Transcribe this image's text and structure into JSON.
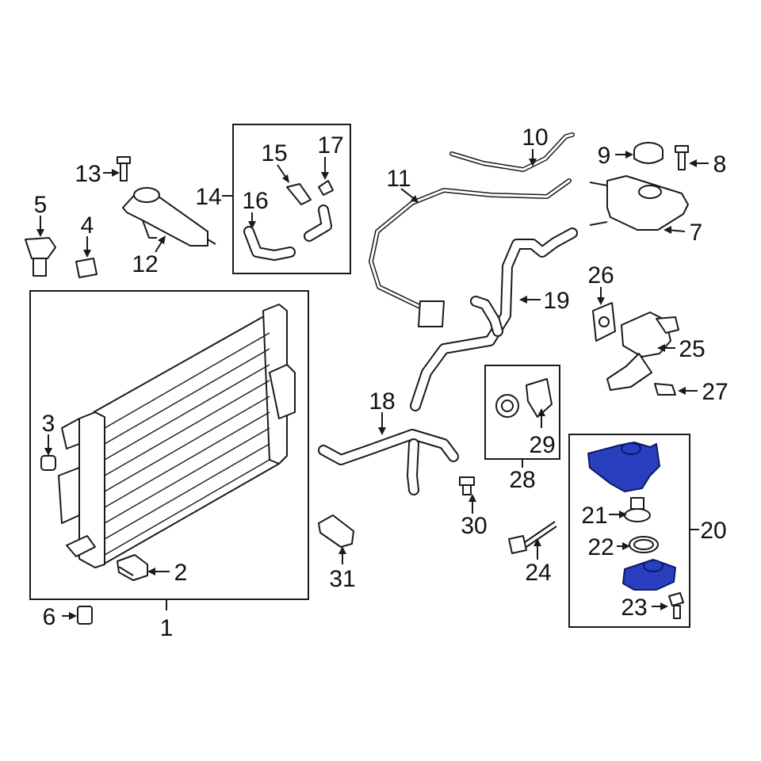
{
  "colors": {
    "line": "#1a1a1a",
    "highlight": "#2a3fc0",
    "background": "#ffffff"
  },
  "callouts": [
    {
      "id": "1",
      "label": "1"
    },
    {
      "id": "2",
      "label": "2"
    },
    {
      "id": "3",
      "label": "3"
    },
    {
      "id": "4",
      "label": "4"
    },
    {
      "id": "5",
      "label": "5"
    },
    {
      "id": "6",
      "label": "6"
    },
    {
      "id": "7",
      "label": "7"
    },
    {
      "id": "8",
      "label": "8"
    },
    {
      "id": "9",
      "label": "9"
    },
    {
      "id": "10",
      "label": "10"
    },
    {
      "id": "11",
      "label": "11"
    },
    {
      "id": "12",
      "label": "12"
    },
    {
      "id": "13",
      "label": "13"
    },
    {
      "id": "14",
      "label": "14"
    },
    {
      "id": "15",
      "label": "15"
    },
    {
      "id": "16",
      "label": "16"
    },
    {
      "id": "17",
      "label": "17"
    },
    {
      "id": "18",
      "label": "18"
    },
    {
      "id": "19",
      "label": "19"
    },
    {
      "id": "20",
      "label": "20"
    },
    {
      "id": "21",
      "label": "21"
    },
    {
      "id": "22",
      "label": "22"
    },
    {
      "id": "23",
      "label": "23"
    },
    {
      "id": "24",
      "label": "24"
    },
    {
      "id": "25",
      "label": "25"
    },
    {
      "id": "26",
      "label": "26"
    },
    {
      "id": "27",
      "label": "27"
    },
    {
      "id": "28",
      "label": "28"
    },
    {
      "id": "29",
      "label": "29"
    },
    {
      "id": "30",
      "label": "30"
    },
    {
      "id": "31",
      "label": "31"
    }
  ],
  "highlighted_parts": [
    "20",
    "23"
  ]
}
